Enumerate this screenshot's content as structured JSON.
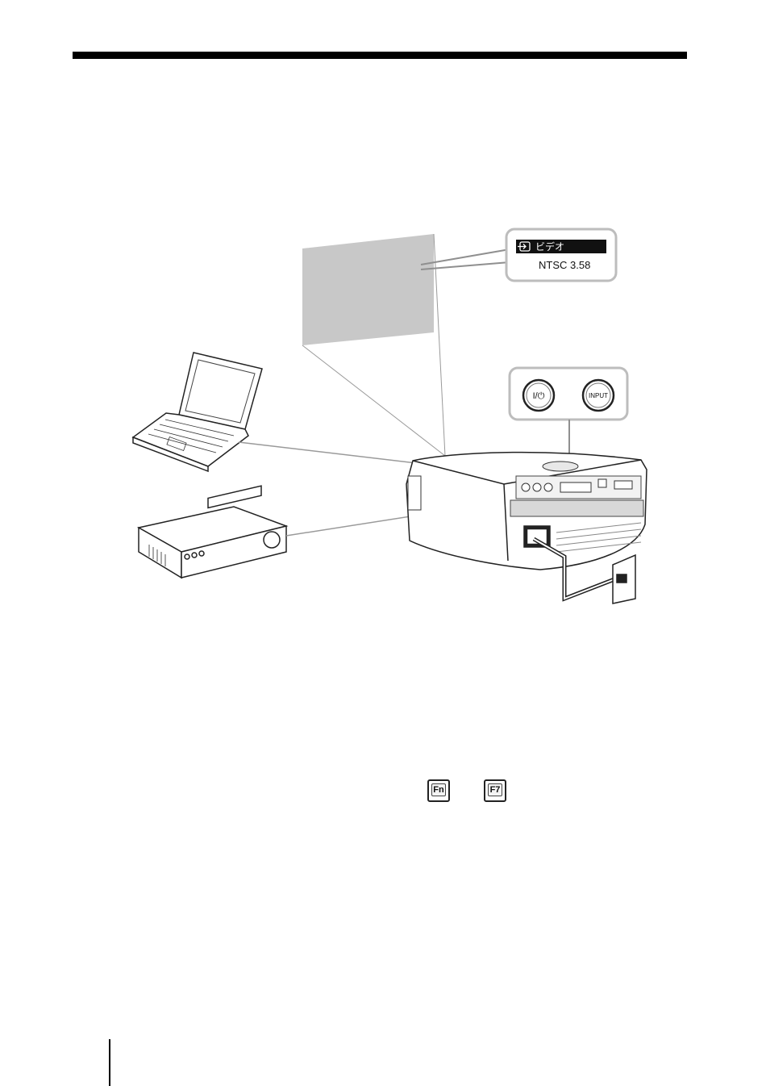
{
  "osd": {
    "input_label": "ビデオ",
    "signal_label": "NTSC 3.58"
  },
  "control_panel": {
    "power_button_label": "I/⏻",
    "input_button_label": "INPUT"
  },
  "keyboard_keys": {
    "fn_label": "Fn",
    "f7_label": "F7"
  },
  "icons": [
    "laptop-icon",
    "vcr-icon",
    "projector-icon",
    "wall-outlet-icon",
    "input-icon"
  ],
  "colors": {
    "rule": "#000000",
    "screen": "#c8c8c8",
    "osd_highlight": "#111111"
  }
}
